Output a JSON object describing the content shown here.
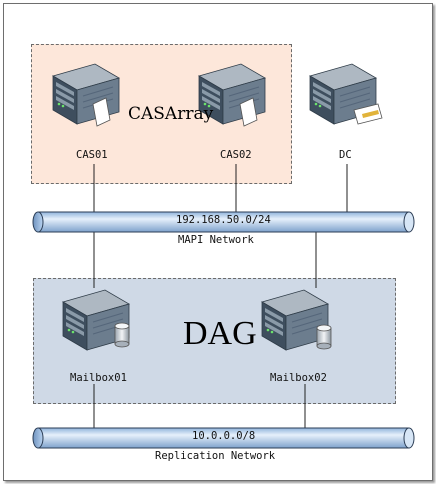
{
  "cas_array": {
    "title": "CASArray"
  },
  "dag": {
    "title": "DAG"
  },
  "servers": {
    "cas01": {
      "label": "CAS01"
    },
    "cas02": {
      "label": "CAS02"
    },
    "dc": {
      "label": "DC"
    },
    "mailbox01": {
      "label": "Mailbox01"
    },
    "mailbox02": {
      "label": "Mailbox02"
    }
  },
  "networks": {
    "mapi": {
      "subnet": "192.168.50.0/24",
      "name": "MAPI Network"
    },
    "replication": {
      "subnet": "10.0.0.0/8",
      "name": "Replication Network"
    }
  },
  "colors": {
    "cas_region_fill": "#fde7da",
    "dag_region_fill": "#cfd9e6",
    "network_pipe": "#b9d3f0",
    "server_body": "#4a5d6f"
  },
  "icons": [
    "server-icon",
    "card-icon",
    "database-icon"
  ]
}
